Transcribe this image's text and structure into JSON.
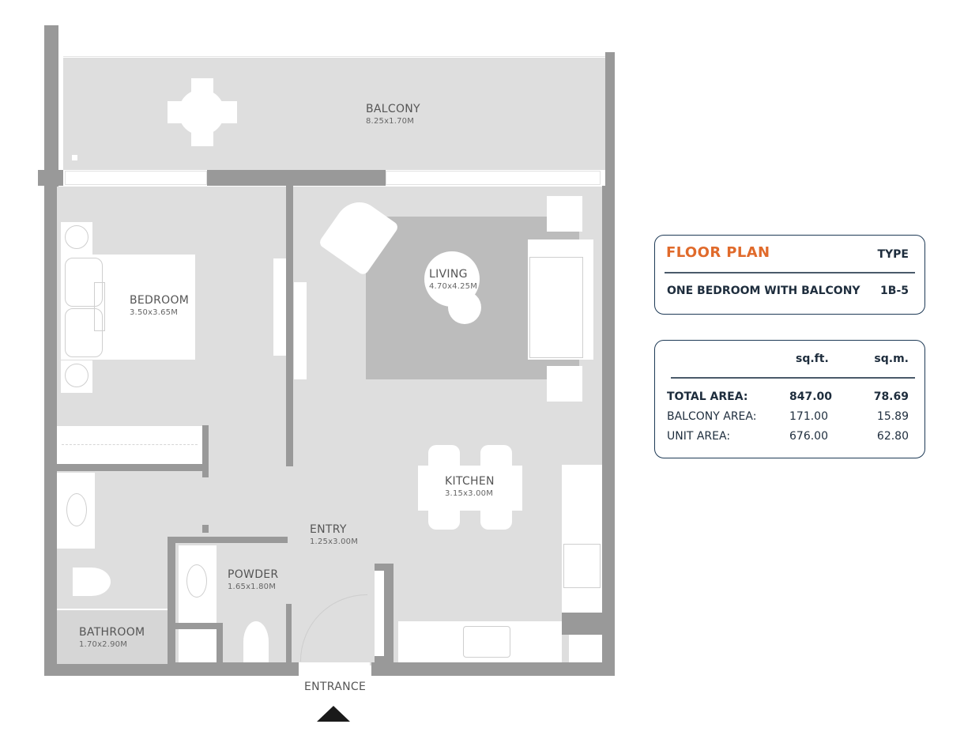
{
  "plan": {
    "rooms": [
      {
        "id": "balcony",
        "name": "BALCONY",
        "dimensions": "8.25x1.70M"
      },
      {
        "id": "bedroom",
        "name": "BEDROOM",
        "dimensions": "3.50x3.65M"
      },
      {
        "id": "living",
        "name": "LIVING",
        "dimensions": "4.70x4.25M"
      },
      {
        "id": "kitchen",
        "name": "KITCHEN",
        "dimensions": "3.15x3.00M"
      },
      {
        "id": "entry",
        "name": "ENTRY",
        "dimensions": "1.25x3.00M"
      },
      {
        "id": "powder",
        "name": "POWDER",
        "dimensions": "1.65x1.80M"
      },
      {
        "id": "bathroom",
        "name": "BATHROOM",
        "dimensions": "1.70x2.90M"
      }
    ],
    "entrance_label": "ENTRANCE",
    "colors": {
      "wall": "#999999",
      "floor": "#dedede",
      "rug": "#bcbcbc",
      "furniture": "#ffffff"
    }
  },
  "type_card": {
    "title": "FLOOR PLAN",
    "type_header": "TYPE",
    "unit_description": "ONE BEDROOM WITH BALCONY",
    "unit_type": "1B-5",
    "title_color": "#e06a2b",
    "border_color": "#1e3a56"
  },
  "area_card": {
    "columns": [
      "sq.ft.",
      "sq.m."
    ],
    "rows": [
      {
        "label": "TOTAL AREA:",
        "sqft": "847.00",
        "sqm": "78.69",
        "bold": true
      },
      {
        "label": "BALCONY AREA:",
        "sqft": "171.00",
        "sqm": "15.89",
        "bold": false
      },
      {
        "label": "UNIT AREA:",
        "sqft": "676.00",
        "sqm": "62.80",
        "bold": false
      }
    ]
  }
}
